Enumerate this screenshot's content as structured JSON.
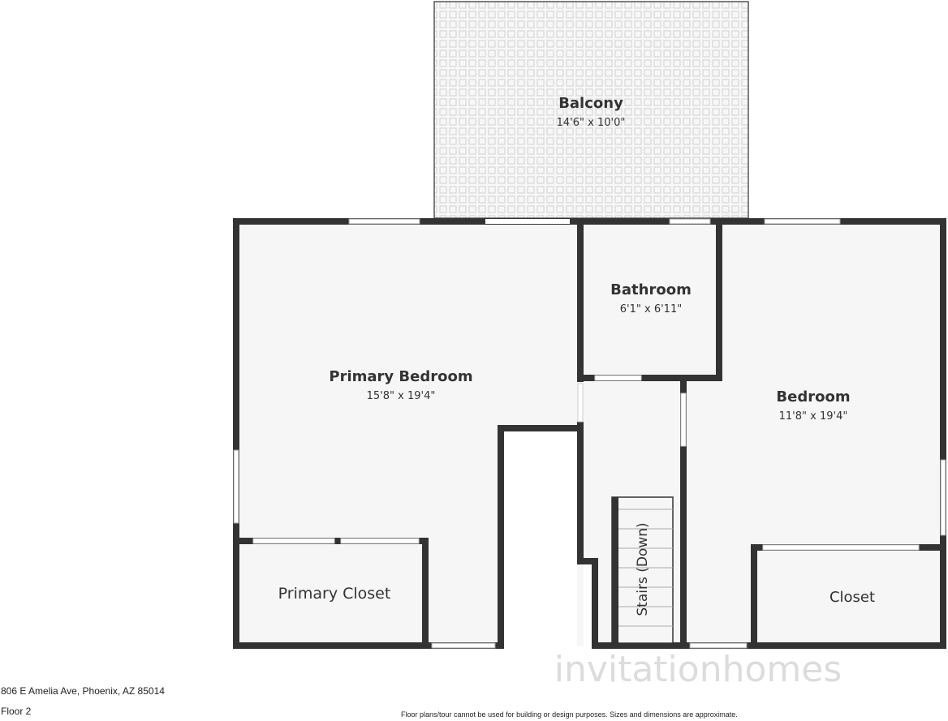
{
  "colors": {
    "wall": "#333333",
    "floor": "#f6f6f6",
    "window": "#ffffff",
    "balcony_grid": "#cfcfcf"
  },
  "rooms": {
    "balcony": {
      "name": "Balcony",
      "size": "14'6\" x 10'0\""
    },
    "primary_bedroom": {
      "name": "Primary Bedroom",
      "size": "15'8\" x 19'4\""
    },
    "bathroom": {
      "name": "Bathroom",
      "size": "6'1\" x 6'11\""
    },
    "bedroom": {
      "name": "Bedroom",
      "size": "11'8\" x 19'4\""
    },
    "primary_closet": {
      "name": "Primary Closet"
    },
    "closet": {
      "name": "Closet"
    },
    "stairs": {
      "name": "Stairs (Down)"
    }
  },
  "watermark": "invitationhomes",
  "footer": {
    "address": "806 E Amelia Ave, Phoenix, AZ 85014",
    "floor": "Floor 2",
    "disclaimer": "Floor plans/tour cannot be used for building or design purposes. Sizes and dimensions are approximate."
  }
}
